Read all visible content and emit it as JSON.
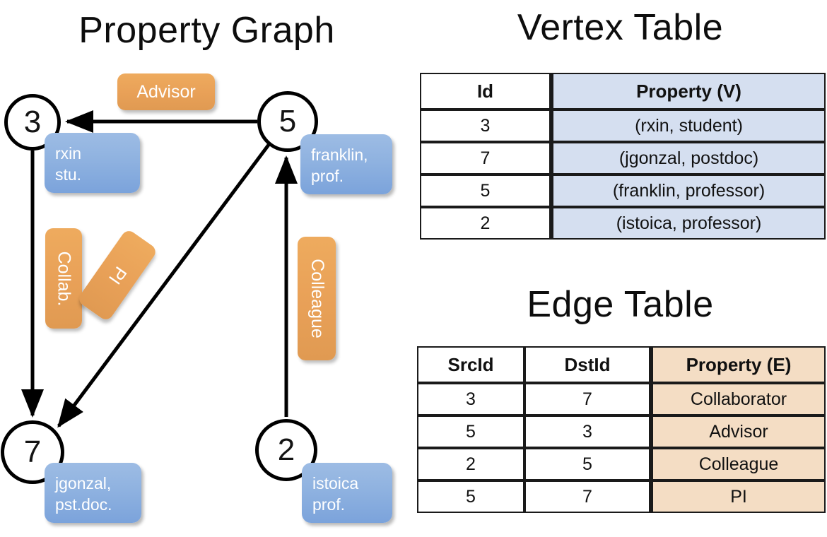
{
  "titles": {
    "property_graph": "Property Graph",
    "vertex_table": "Vertex Table",
    "edge_table": "Edge Table"
  },
  "graph": {
    "vertices": [
      {
        "id": "3",
        "property_lines": [
          "rxin",
          "stu."
        ]
      },
      {
        "id": "5",
        "property_lines": [
          "franklin,",
          "prof."
        ]
      },
      {
        "id": "7",
        "property_lines": [
          "jgonzal,",
          "pst.doc."
        ]
      },
      {
        "id": "2",
        "property_lines": [
          "istoica",
          "prof."
        ]
      }
    ],
    "edge_labels": [
      {
        "name": "advisor",
        "text": "Advisor"
      },
      {
        "name": "collab",
        "text": "Collab."
      },
      {
        "name": "pi",
        "text": "PI"
      },
      {
        "name": "colleague",
        "text": "Colleague"
      }
    ]
  },
  "vertex_table": {
    "headers": [
      "Id",
      "Property (V)"
    ],
    "rows": [
      {
        "id": "3",
        "property": "(rxin, student)"
      },
      {
        "id": "7",
        "property": "(jgonzal, postdoc)"
      },
      {
        "id": "5",
        "property": "(franklin, professor)"
      },
      {
        "id": "2",
        "property": "(istoica, professor)"
      }
    ]
  },
  "edge_table": {
    "headers": [
      "SrcId",
      "DstId",
      "Property (E)"
    ],
    "rows": [
      {
        "src": "3",
        "dst": "7",
        "property": "Collaborator"
      },
      {
        "src": "5",
        "dst": "3",
        "property": "Advisor"
      },
      {
        "src": "2",
        "dst": "5",
        "property": "Colleague"
      },
      {
        "src": "5",
        "dst": "7",
        "property": "PI"
      }
    ]
  },
  "colors": {
    "vertex_property_fill": "#8fb2e0",
    "edge_label_fill": "#e9a158",
    "vertex_table_prop_fill": "#d5dff0",
    "edge_table_prop_fill": "#f4ddc4",
    "stroke": "#000000"
  }
}
